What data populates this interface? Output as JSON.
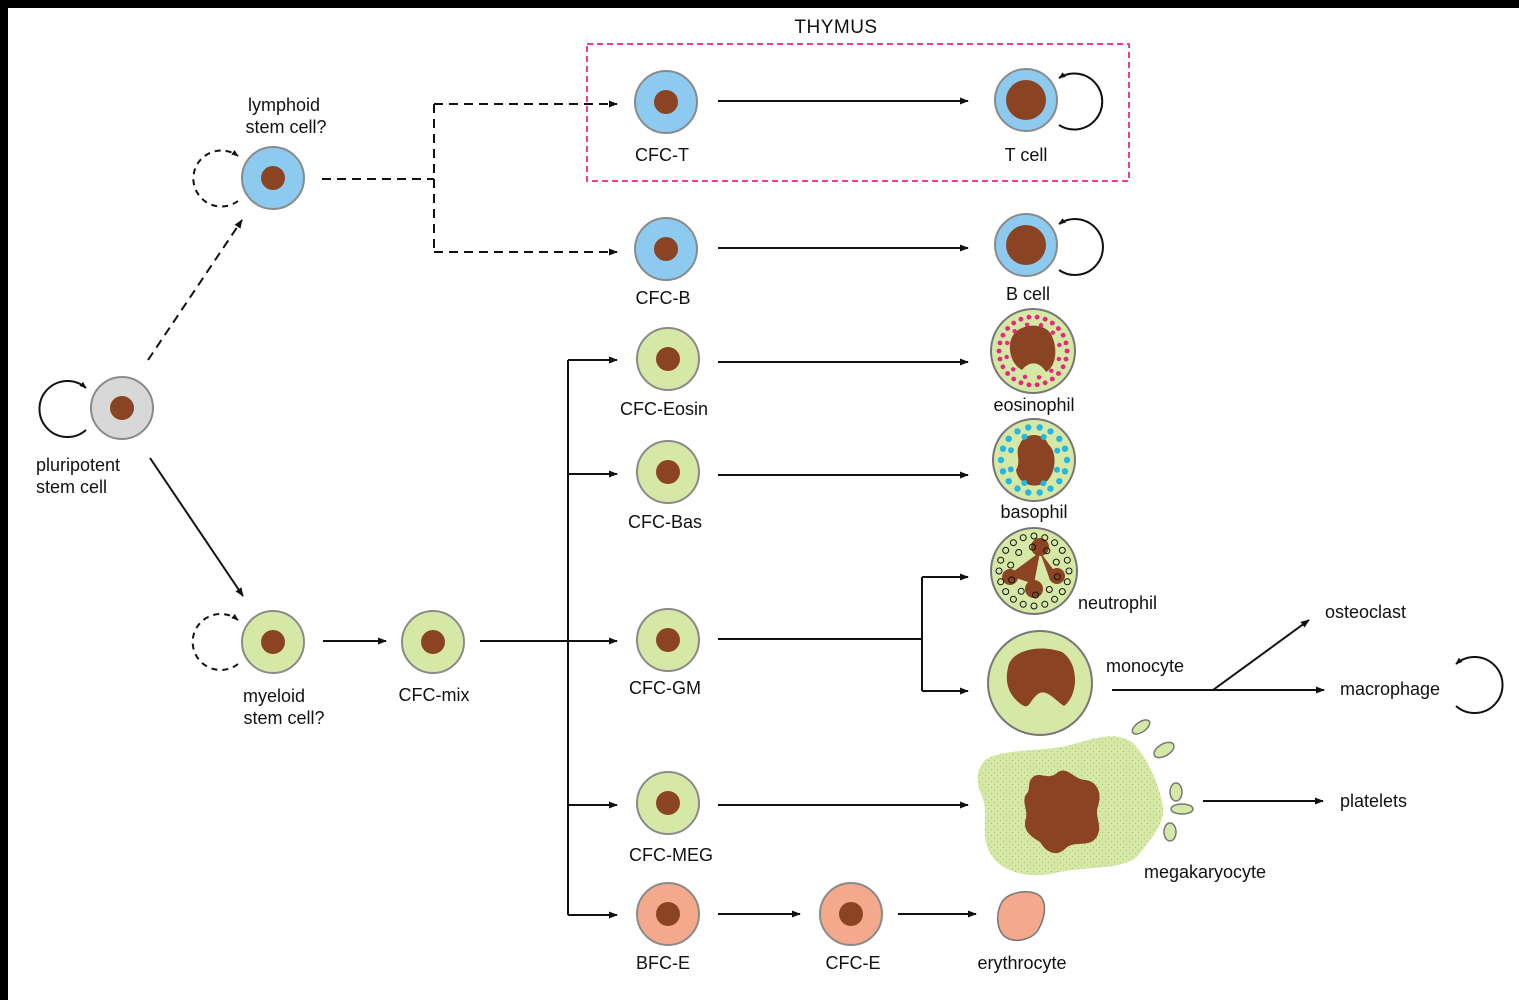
{
  "thymus": "THYMUS",
  "labels": {
    "pluripotent": [
      "pluripotent",
      "stem cell"
    ],
    "lymphoid": [
      "lymphoid",
      "stem cell?"
    ],
    "myeloid": [
      "myeloid",
      "stem cell?"
    ],
    "cfc_mix": "CFC-mix",
    "cfc_t": "CFC-T",
    "t_cell": "T cell",
    "cfc_b": "CFC-B",
    "b_cell": "B cell",
    "cfc_eosin": "CFC-Eosin",
    "eosinophil": "eosinophil",
    "cfc_bas": "CFC-Bas",
    "basophil": "basophil",
    "cfc_gm": "CFC-GM",
    "neutrophil": "neutrophil",
    "monocyte": "monocyte",
    "osteoclast": "osteoclast",
    "macrophage": "macrophage",
    "cfc_meg": "CFC-MEG",
    "megakaryocyte": "megakaryocyte",
    "platelets": "platelets",
    "bfc_e": "BFC-E",
    "cfc_e": "CFC-E",
    "erythrocyte": "erythrocyte"
  },
  "colors": {
    "lymphoid_blue": "#8ccaf0",
    "myeloid_green": "#d6e8a6",
    "erythroid_salmon": "#f5a98c",
    "stem_gray": "#d8d8d8",
    "nucleus_brown": "#8b4423",
    "thymus_box": "#ee3c9a",
    "eosin_granule": "#e8267f",
    "baso_granule": "#24b7e0"
  }
}
